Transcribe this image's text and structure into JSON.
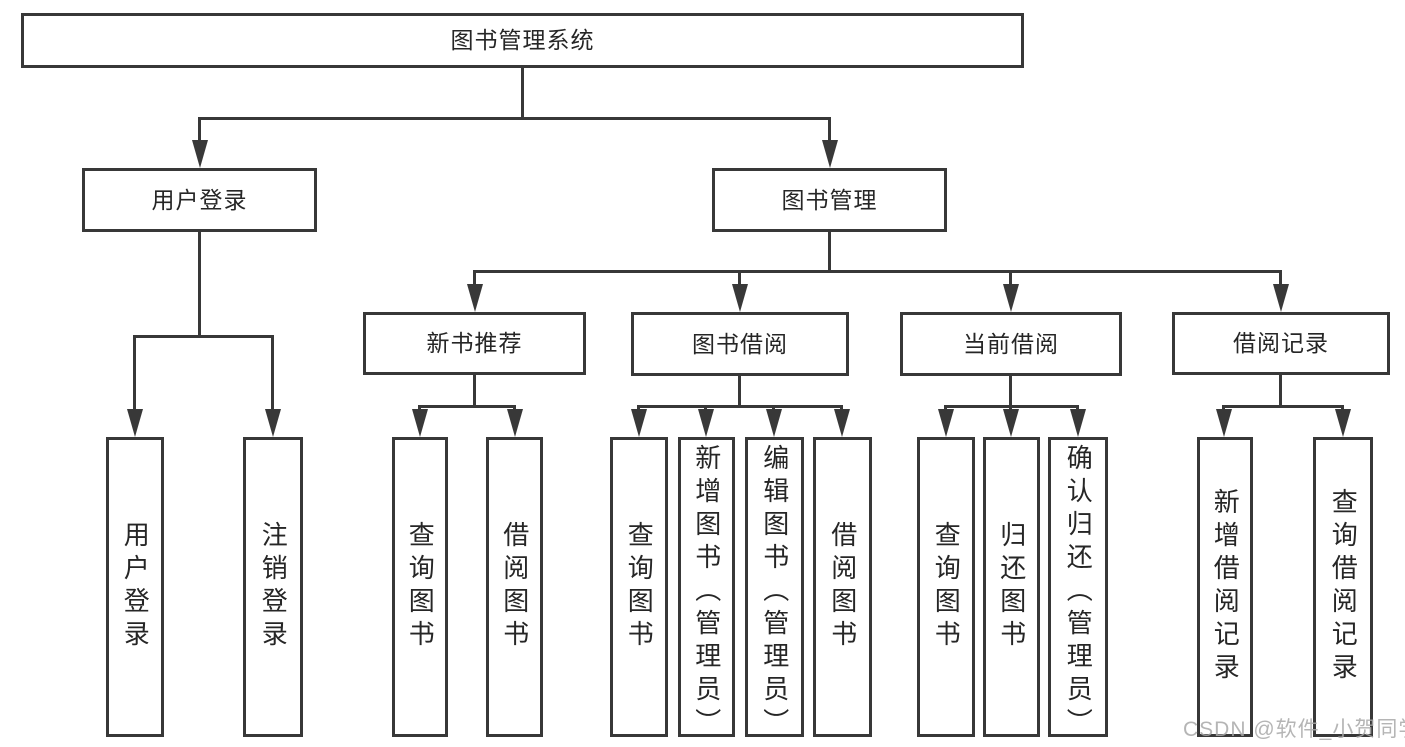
{
  "tree": {
    "root": {
      "label": "图书管理系统"
    },
    "branches": [
      {
        "label": "用户登录",
        "children": [
          "用户登录",
          "注销登录"
        ]
      },
      {
        "label": "图书管理",
        "sections": [
          {
            "label": "新书推荐",
            "children": [
              "查询图书",
              "借阅图书"
            ]
          },
          {
            "label": "图书借阅",
            "children": [
              "查询图书",
              "新增图书（管理员）",
              "编辑图书（管理员）",
              "借阅图书"
            ]
          },
          {
            "label": "当前借阅",
            "children": [
              "查询图书",
              "归还图书",
              "确认归还（管理员）"
            ]
          },
          {
            "label": "借阅记录",
            "children": [
              "新增借阅记录",
              "查询借阅记录"
            ]
          }
        ]
      }
    ]
  },
  "watermark": "CSDN @软件_小贺同学",
  "colors": {
    "line": "#383838",
    "text": "#262626",
    "background": "#ffffff",
    "watermark": "#a9a9a9"
  }
}
